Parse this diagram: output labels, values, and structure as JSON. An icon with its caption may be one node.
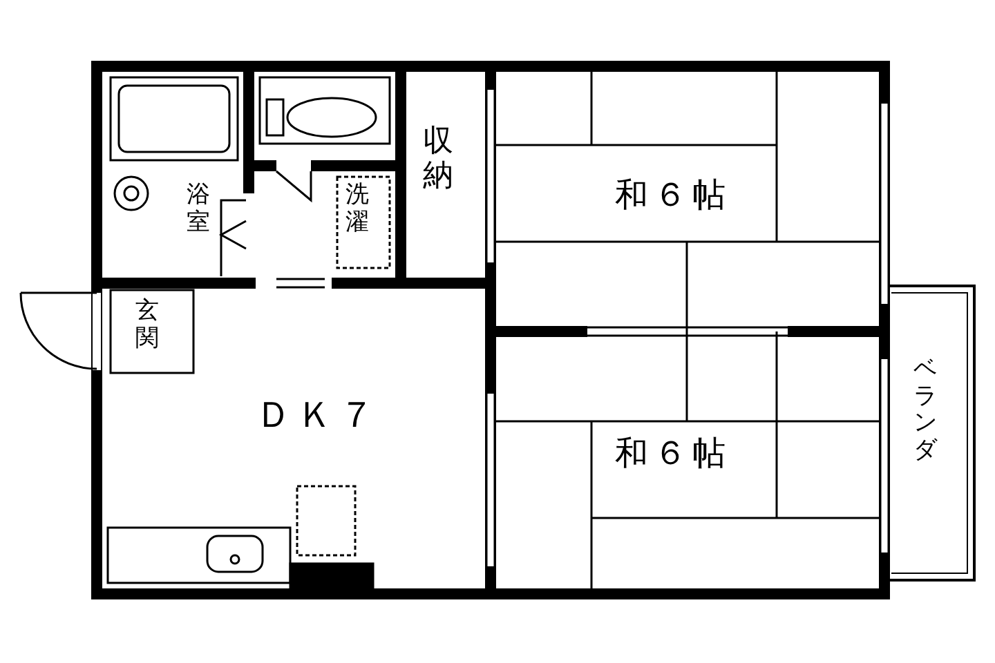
{
  "diagram": {
    "labels": [
      "浴室",
      "洗濯",
      "収納",
      "和６帖",
      "玄関",
      "ＤＫ７",
      "和６帖",
      "ベランダ"
    ]
  }
}
